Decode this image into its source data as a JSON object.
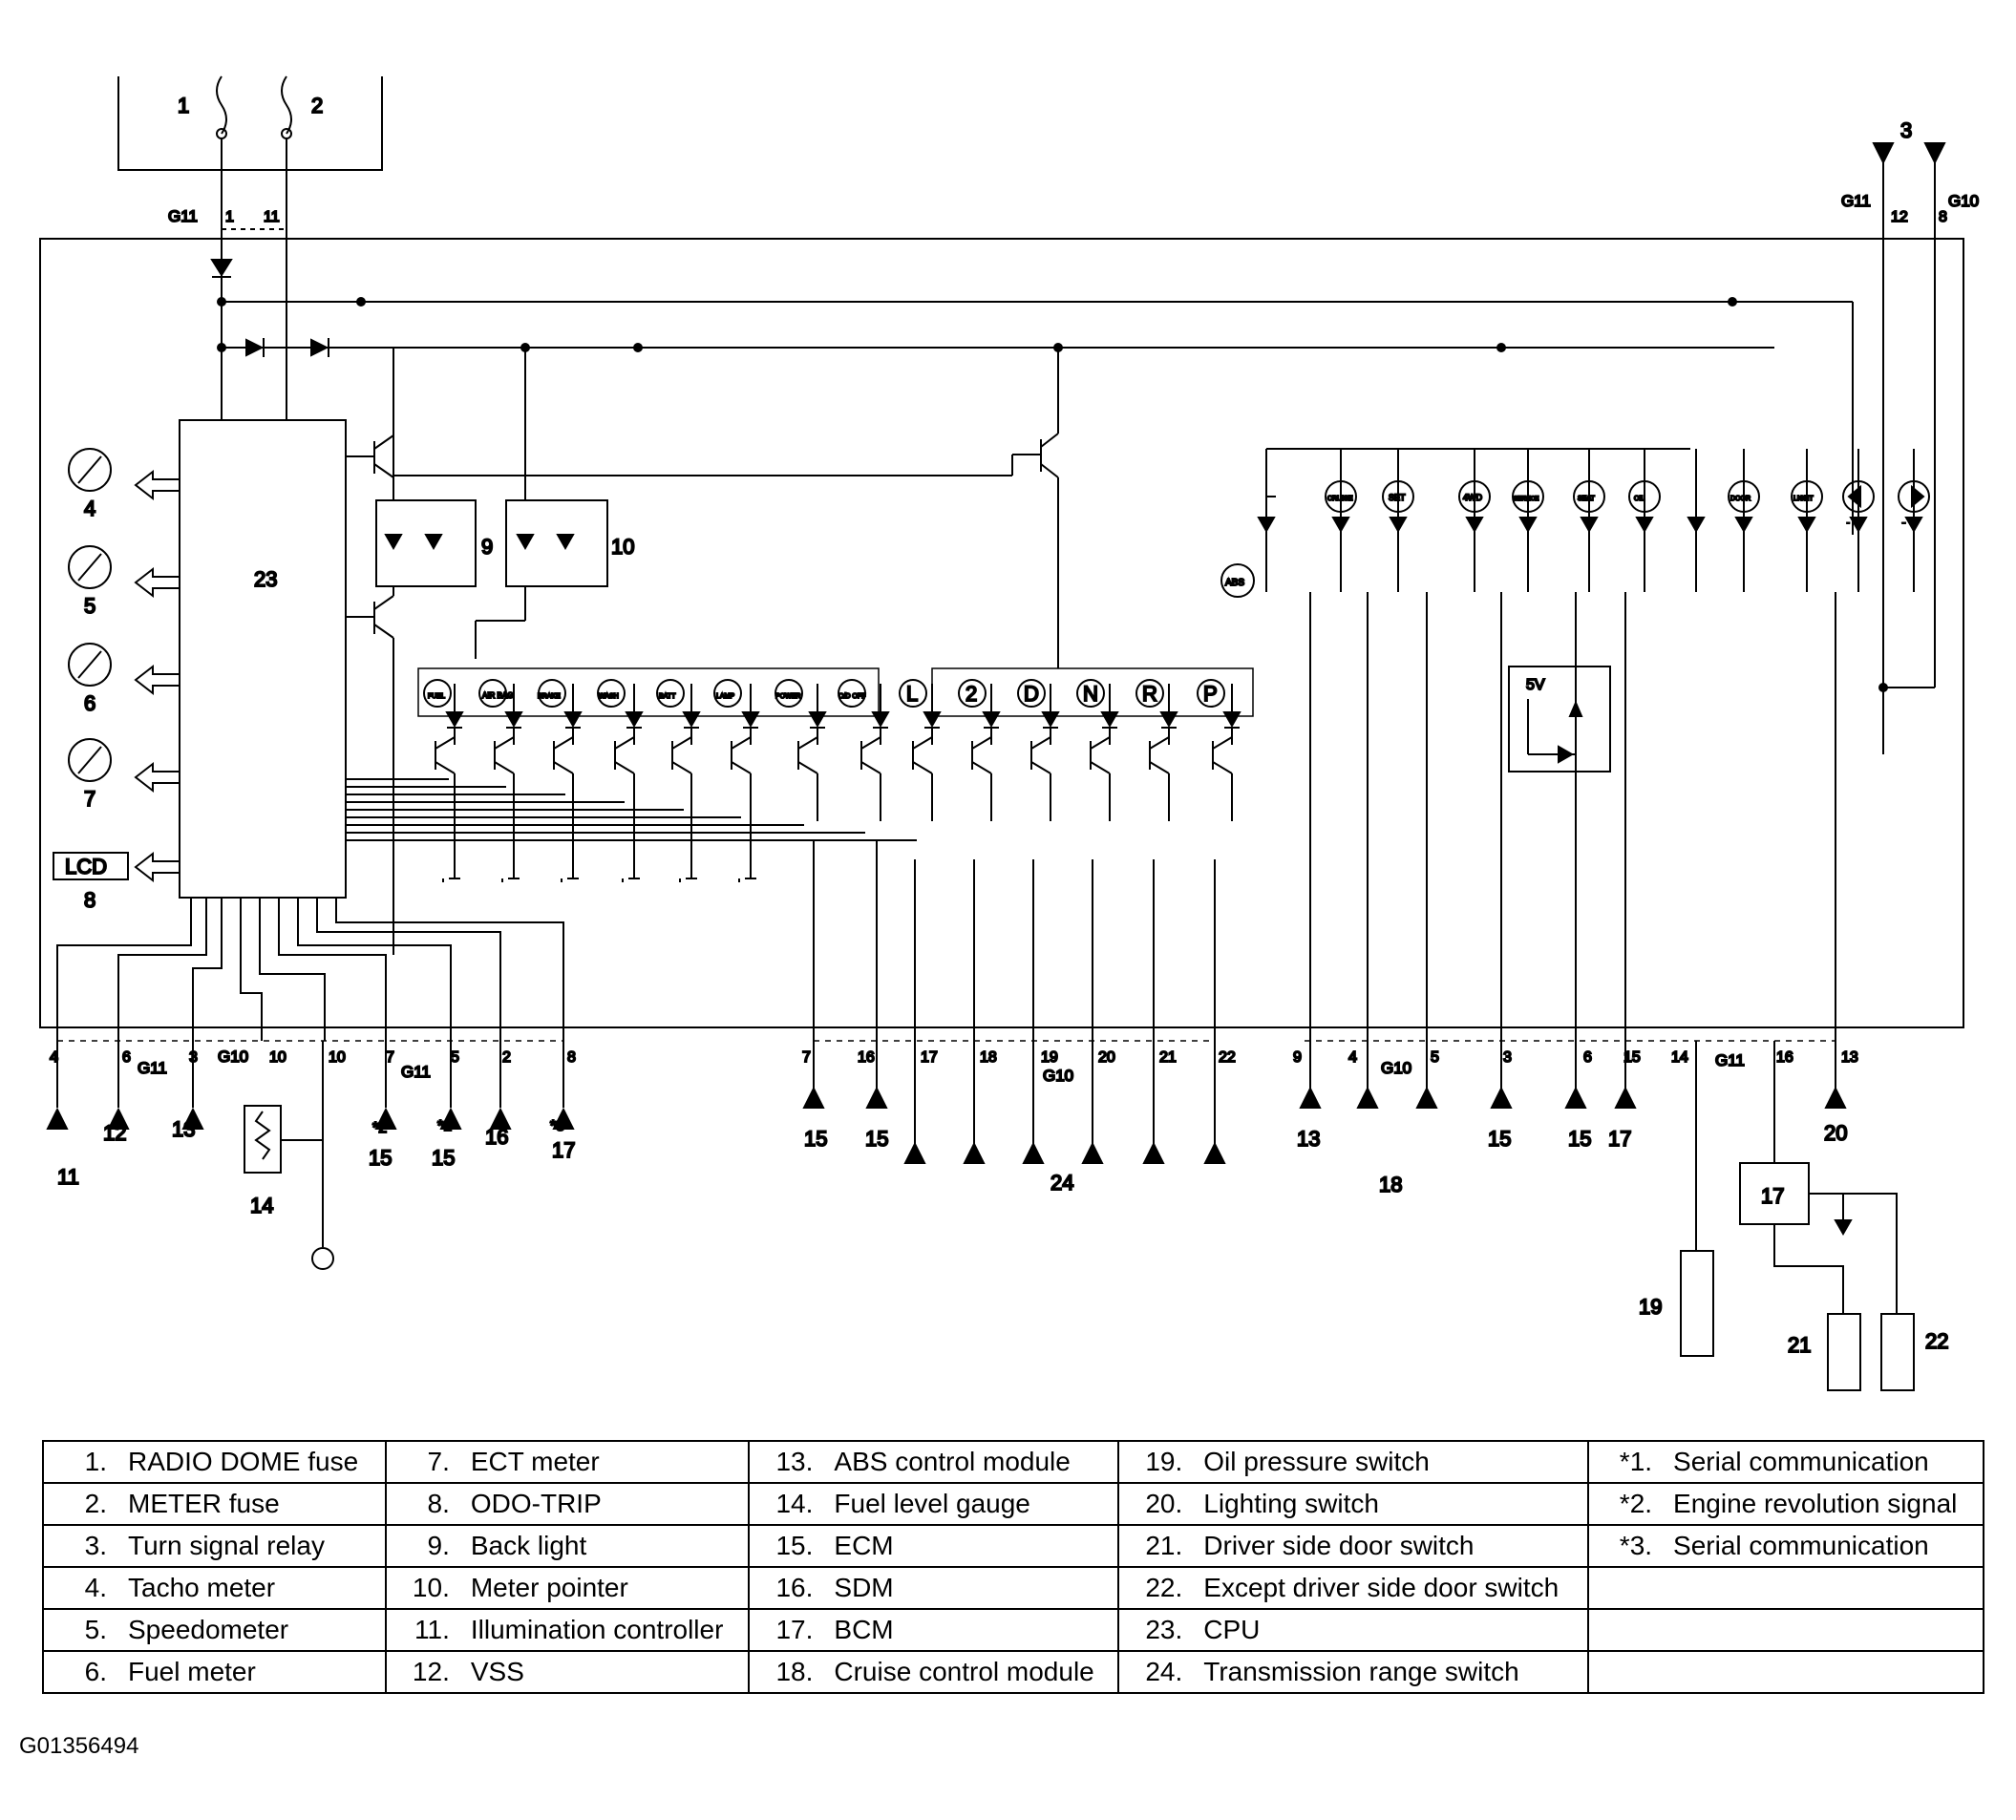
{
  "legend": {
    "rows": [
      [
        {
          "n": "1.",
          "t": "RADIO DOME fuse"
        },
        {
          "n": "7.",
          "t": "ECT meter"
        },
        {
          "n": "13.",
          "t": "ABS control module"
        },
        {
          "n": "19.",
          "t": "Oil pressure switch"
        },
        {
          "n": "*1.",
          "t": "Serial communication"
        }
      ],
      [
        {
          "n": "2.",
          "t": "METER fuse"
        },
        {
          "n": "8.",
          "t": "ODO-TRIP"
        },
        {
          "n": "14.",
          "t": "Fuel level gauge"
        },
        {
          "n": "20.",
          "t": "Lighting switch"
        },
        {
          "n": "*2.",
          "t": "Engine revolution signal"
        }
      ],
      [
        {
          "n": "3.",
          "t": "Turn signal relay"
        },
        {
          "n": "9.",
          "t": "Back light"
        },
        {
          "n": "15.",
          "t": "ECM"
        },
        {
          "n": "21.",
          "t": "Driver side door switch"
        },
        {
          "n": "*3.",
          "t": "Serial communication"
        }
      ],
      [
        {
          "n": "4.",
          "t": "Tacho meter"
        },
        {
          "n": "10.",
          "t": "Meter pointer"
        },
        {
          "n": "16.",
          "t": "SDM"
        },
        {
          "n": "22.",
          "t": "Except driver side door switch"
        },
        {
          "n": "",
          "t": ""
        }
      ],
      [
        {
          "n": "5.",
          "t": "Speedometer"
        },
        {
          "n": "11.",
          "t": "Illumination controller"
        },
        {
          "n": "17.",
          "t": "BCM"
        },
        {
          "n": "23.",
          "t": "CPU"
        },
        {
          "n": "",
          "t": ""
        }
      ],
      [
        {
          "n": "6.",
          "t": "Fuel meter"
        },
        {
          "n": "12.",
          "t": "VSS"
        },
        {
          "n": "18.",
          "t": "Cruise control module"
        },
        {
          "n": "24.",
          "t": "Transmission range switch"
        },
        {
          "n": "",
          "t": ""
        }
      ]
    ]
  },
  "figure_code": "G01356494",
  "diagram": {
    "cpu_label": "23",
    "lcd_label": "LCD",
    "five_v_label": "5V",
    "connector_g11": "G11",
    "connector_g10": "G10",
    "top_left": {
      "fuse1": "1",
      "fuse2": "2",
      "pin1": "1",
      "pin11": "11"
    },
    "top_right": {
      "relay": "3",
      "pin12": "12",
      "pin8": "8"
    },
    "meters": [
      "4",
      "5",
      "6",
      "7"
    ],
    "lcd_number": "8",
    "backlight": "9",
    "pointer": "10",
    "lamp_icons": [
      "FUEL",
      "AIR BAG",
      "BRAKE",
      "WASH",
      "BATT",
      "LAMP",
      "POWER",
      "O/D OFF"
    ],
    "gear_icons": [
      "L",
      "2",
      "D",
      "N",
      "R",
      "P"
    ],
    "right_icons": [
      "ABS",
      "CRUISE",
      "SET",
      "4WD",
      "SERVICE",
      "SEAT",
      "OIL",
      "DOOR",
      "LIGHT",
      "LEFT",
      "RIGHT"
    ],
    "bottom_pins_left": [
      "4",
      "6",
      "3",
      "10",
      "10",
      "7",
      "5",
      "2",
      "8"
    ],
    "bottom_pins_mid": [
      "7",
      "16",
      "17",
      "18",
      "19",
      "20",
      "21",
      "22"
    ],
    "bottom_pins_right": [
      "9",
      "4",
      "5",
      "3",
      "6",
      "15",
      "14",
      "16",
      "13"
    ],
    "bottom_labels_left": [
      "11",
      "12",
      "13",
      "14",
      "15",
      "15",
      "16",
      "17"
    ],
    "bottom_star_labels": [
      "*2",
      "*1",
      "*3"
    ],
    "bottom_labels_mid": [
      "15",
      "15",
      "24"
    ],
    "bottom_labels_right": [
      "13",
      "18",
      "15",
      "15",
      "17",
      "20"
    ],
    "switch_labels": [
      "19",
      "17",
      "21",
      "22"
    ]
  }
}
